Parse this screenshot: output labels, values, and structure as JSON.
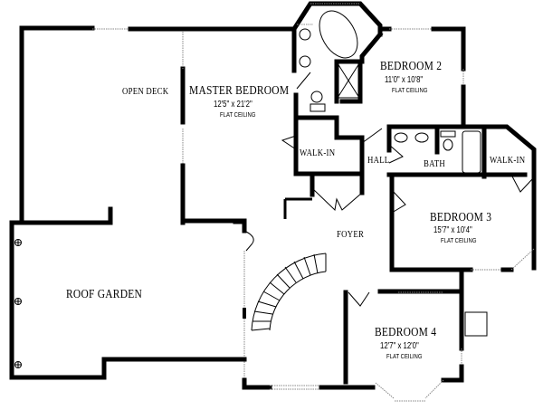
{
  "plan": {
    "rooms": {
      "master_bedroom": {
        "name": "MASTER BEDROOM",
        "dims": "12'5\" x 21'2\"",
        "ceiling": "FLAT CEILING"
      },
      "bedroom_2": {
        "name": "BEDROOM 2",
        "dims": "11'0\" x 10'8\"",
        "ceiling": "FLAT CEILING"
      },
      "bedroom_3": {
        "name": "BEDROOM 3",
        "dims": "15'7\" x 10'4\"",
        "ceiling": "FLAT CEILING"
      },
      "bedroom_4": {
        "name": "BEDROOM 4",
        "dims": "12'7\" x 12'0\"",
        "ceiling": "FLAT CEILING"
      },
      "open_deck": {
        "name": "OPEN DECK"
      },
      "roof_garden": {
        "name": "ROOF GARDEN"
      },
      "foyer": {
        "name": "FOYER"
      },
      "hall": {
        "name": "HALL"
      },
      "bath": {
        "name": "BATH"
      },
      "master_walk_in": {
        "name": "WALK-IN"
      },
      "bedroom3_walk_in": {
        "name": "WALK-IN"
      }
    },
    "colors": {
      "wall": "#000000",
      "window": "#888888",
      "background": "#ffffff"
    }
  }
}
